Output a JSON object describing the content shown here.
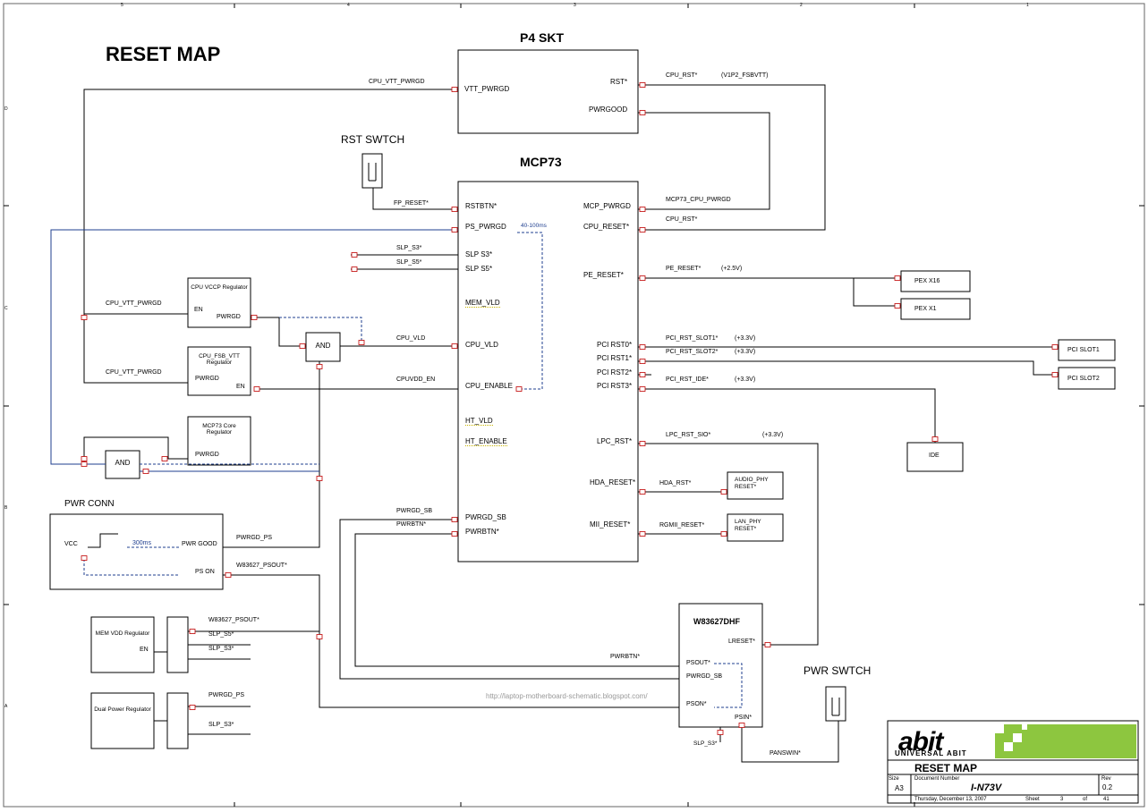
{
  "title": "RESET MAP",
  "watermark": "http://laptop-motherboard-schematic.blogspot.com/",
  "blocks": {
    "p4": {
      "name": "P4 SKT",
      "pins": {
        "vtt_pwrgd": "VTT_PWRGD",
        "rst": "RST*",
        "pwrgood": "PWRGOOD"
      }
    },
    "mcp73": {
      "name": "MCP73",
      "pins": {
        "rstbtn": "RSTBTN*",
        "ps_pwrgd": "PS_PWRGD",
        "slp_s3": "SLP S3*",
        "slp_s5": "SLP S5*",
        "mem_vld": "MEM_VLD",
        "cpu_vld": "CPU_VLD",
        "cpu_enable": "CPU_ENABLE",
        "ht_vld": "HT_VLD",
        "ht_enable": "HT_ENABLE",
        "pwrgd_sb": "PWRGD_SB",
        "pwrbtn": "PWRBTN*",
        "mcp_pwrgd": "MCP_PWRGD",
        "cpu_reset": "CPU_RESET*",
        "pe_reset": "PE_RESET*",
        "pci_rst0": "PCI RST0*",
        "pci_rst1": "PCI RST1*",
        "pci_rst2": "PCI RST2*",
        "pci_rst3": "PCI RST3*",
        "lpc_rst": "LPC_RST*",
        "hda_reset": "HDA_RESET*",
        "mii_reset": "MII_RESET*"
      }
    },
    "rst_switch": {
      "name": "RST SWTCH"
    },
    "pwr_switch": {
      "name": "PWR SWTCH"
    },
    "cpu_vccp": {
      "name": "CPU VCCP Regulator",
      "en": "EN",
      "pwrgd": "PWRGD"
    },
    "cpu_fsb": {
      "name": "CPU_FSB_VTT Regulator",
      "pwrgd": "PWRGD",
      "en": "EN"
    },
    "mcp73_core": {
      "name": "MCP73 Core Regulator",
      "pwrgd": "PWRGD"
    },
    "and1": {
      "name": "AND"
    },
    "and2": {
      "name": "AND"
    },
    "pwr_conn": {
      "name": "PWR CONN",
      "vcc": "VCC",
      "delay": "300ms",
      "pwr_good": "PWR GOOD",
      "ps_on": "PS ON"
    },
    "mem_vdd": {
      "name": "MEM VDD Regulator",
      "en": "EN"
    },
    "dual_power": {
      "name": "Dual Power Regulator"
    },
    "w83627": {
      "name": "W83627DHF",
      "lreset": "LRESET*",
      "psout": "PSOUT*",
      "pwrgd_sb": "PWRGD_SB",
      "pson": "PSON*",
      "psin": "PSIN*"
    },
    "pex_x16": {
      "name": "PEX X16"
    },
    "pex_x1": {
      "name": "PEX X1"
    },
    "pci_slot1": {
      "name": "PCI SLOT1"
    },
    "pci_slot2": {
      "name": "PCI SLOT2"
    },
    "ide": {
      "name": "IDE"
    },
    "audio_phy": {
      "name": "AUDIO_PHY RESET*"
    },
    "lan_phy": {
      "name": "LAN_PHY RESET*"
    }
  },
  "nets": {
    "cpu_vtt_pwrgd_top": "CPU_VTT_PWRGD",
    "cpu_rst_top": "CPU_RST*",
    "v1p2_fsbvtt": "(V1P2_FSBVTT)",
    "fp_reset": "FP_RESET*",
    "mcp73_cpu_pwrgd": "MCP73_CPU_PWRGD",
    "cpu_rst_bottom": "CPU_RST*",
    "delay_40_100": "40-100ms",
    "slp_s3": "SLP_S3*",
    "slp_s5": "SLP_S5*",
    "pe_reset": "PE_RESET*",
    "v25": "(+2.5V)",
    "cpu_vtt_pwrgd_1": "CPU_VTT_PWRGD",
    "cpu_vtt_pwrgd_2": "CPU_VTT_PWRGD",
    "cpu_vld": "CPU_VLD",
    "cpuvdd_en": "CPUVDD_EN",
    "pci_rst_slot1": "PCI_RST_SLOT1*",
    "pci_rst_slot2": "PCI_RST_SLOT2*",
    "pci_rst_ide": "PCI_RST_IDE*",
    "v33_a": "(+3.3V)",
    "v33_b": "(+3.3V)",
    "v33_c": "(+3.3V)",
    "lpc_rst_sio": "LPC_RST_SIO*",
    "v33_d": "(+3.3V)",
    "hda_rst": "HDA_RST*",
    "rgmii_reset": "RGMII_RESET*",
    "pwrgd_sb": "PWRGD_SB",
    "pwrbtn": "PWRBTN*",
    "pwrgd_ps": "PWRGD_PS",
    "w83627_psout": "W83627_PSOUT*",
    "w83627_psout2": "W83627_PSOUT*",
    "slp_s5_b": "SLP_S5*",
    "slp_s3_b": "SLP_S3*",
    "pwrgd_ps_b": "PWRGD_PS",
    "slp_s3_c": "SLP_S3*",
    "pwrbtn_w": "PWRBTN*",
    "slp_s3_w": "SLP_S3*",
    "panswin": "PANSWIN*"
  },
  "title_block": {
    "logo": "abit",
    "logo_sub": "UNIVERSAL ABIT",
    "sheet_title": "RESET MAP",
    "size_label": "Size",
    "size": "A3",
    "docnum_label": "Document Number",
    "docnum": "I-N73V",
    "rev_label": "Rev",
    "rev": "0.2",
    "date": "Thursday, December 13, 2007",
    "sheet_label": "Sheet",
    "sheet": "3",
    "of_label": "of",
    "total": "41"
  },
  "frame_marks": {
    "top": [
      "5",
      "4",
      "3",
      "2",
      "1"
    ],
    "side": [
      "D",
      "C",
      "B",
      "A"
    ]
  }
}
